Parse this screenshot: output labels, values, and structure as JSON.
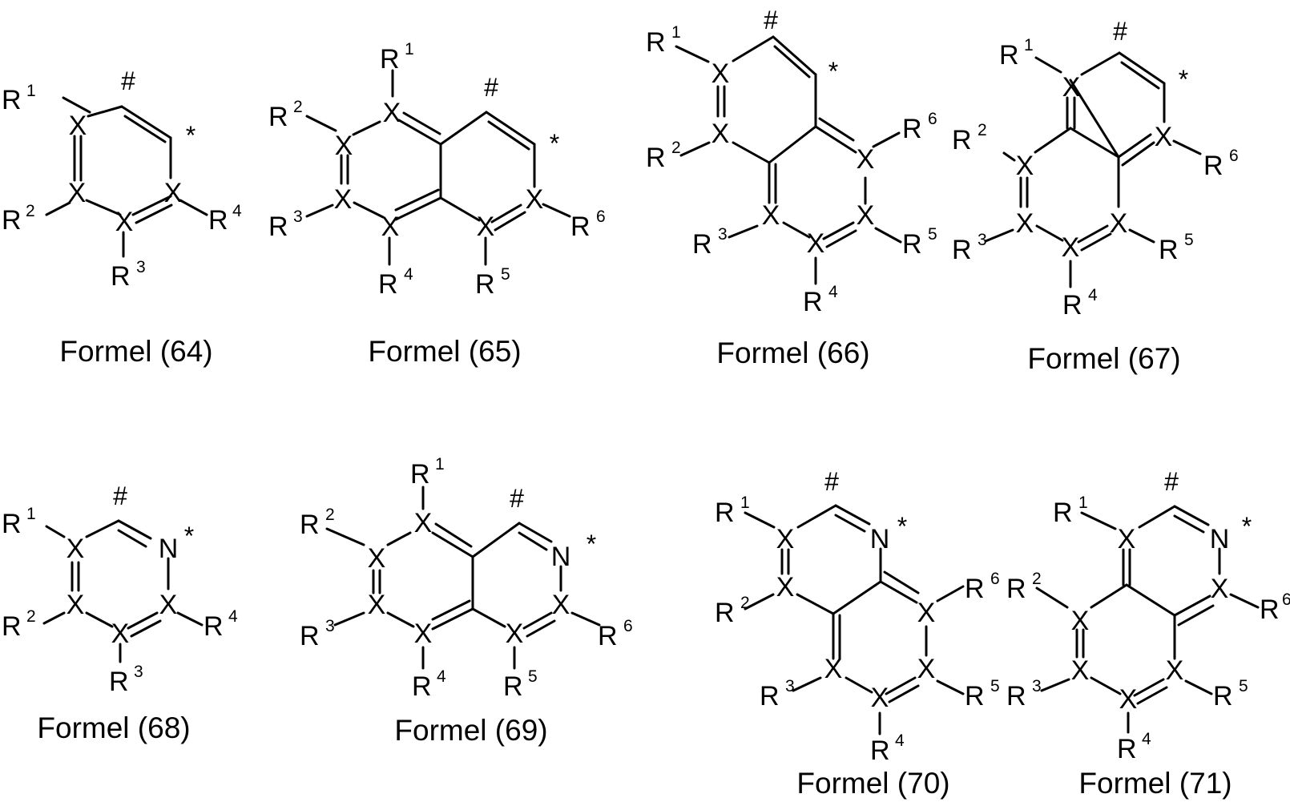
{
  "figure": {
    "atom_x": "X",
    "atom_n": "N",
    "r": "R",
    "hash": "#",
    "star": "*",
    "sup": {
      "s1": "1",
      "s2": "2",
      "s3": "3",
      "s4": "4",
      "s5": "5",
      "s6": "6"
    },
    "captions": {
      "f64": "Formel (64)",
      "f65": "Formel (65)",
      "f66": "Formel (66)",
      "f67": "Formel (67)",
      "f68": "Formel (68)",
      "f69": "Formel (69)",
      "f70": "Formel (70)",
      "f71": "Formel (71)"
    }
  }
}
